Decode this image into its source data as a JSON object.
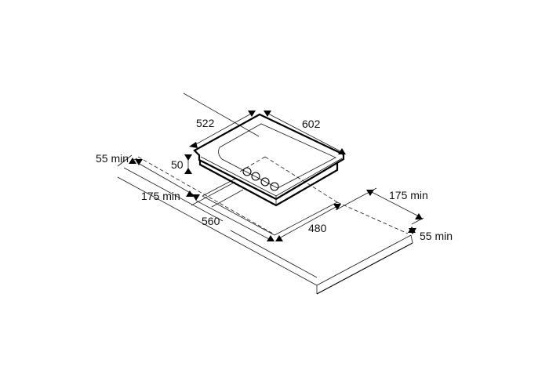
{
  "diagram": {
    "subject": "Built-in gas hob cutout / installation dimensions",
    "units": "mm",
    "labels": {
      "hob_depth": "522",
      "hob_width": "602",
      "hob_height": "50",
      "cutout_width": "560",
      "cutout_depth": "480",
      "front_clearance_left": "55 min",
      "side_clearance_left": "175 min",
      "side_clearance_right": "175 min",
      "front_clearance_right": "55 min"
    },
    "hob": {
      "burner_knobs": 4
    },
    "colors": {
      "line": "#000000",
      "background": "#ffffff"
    }
  }
}
